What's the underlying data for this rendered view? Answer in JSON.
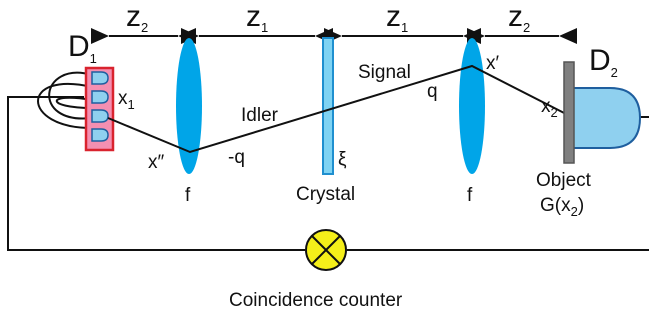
{
  "dimensions": {
    "z2_left": "z",
    "z2_left_sub": "2",
    "z1_left": "z",
    "z1_left_sub": "1",
    "z1_right": "z",
    "z1_right_sub": "1",
    "z2_right": "z",
    "z2_right_sub": "2"
  },
  "detector1": {
    "label": "D",
    "sub": "1",
    "position_label": "x",
    "position_sub": "1"
  },
  "detector2": {
    "label": "D",
    "sub": "2",
    "position_label": "x",
    "position_sub": "2"
  },
  "lens_left": {
    "focal_label": "f",
    "plane_label": "x″"
  },
  "lens_right": {
    "focal_label": "f",
    "plane_label": "x′"
  },
  "idler": {
    "label": "Idler",
    "momentum_label": "-q"
  },
  "signal": {
    "label": "Signal",
    "momentum_label": "q"
  },
  "crystal": {
    "label": "Crystal",
    "coordinate_label": "ξ"
  },
  "object": {
    "label_line1": "Object",
    "label_line2_prefix": "G(x",
    "label_line2_sub": "2",
    "label_line2_suffix": ")"
  },
  "counter": {
    "label": "Coincidence counter"
  },
  "colors": {
    "lens": "#00a5e8",
    "crystal_fill": "#7fd3f3",
    "crystal_stroke": "#1f8fcf",
    "detector_array_fill": "#f48fb1",
    "detector_array_stroke": "#d9232e",
    "pixel_fill": "#8fd0ef",
    "detector2_fill": "#8fd0ef",
    "object_fill": "#808080",
    "counter_fill": "#f5ef1a",
    "line": "#111111"
  }
}
